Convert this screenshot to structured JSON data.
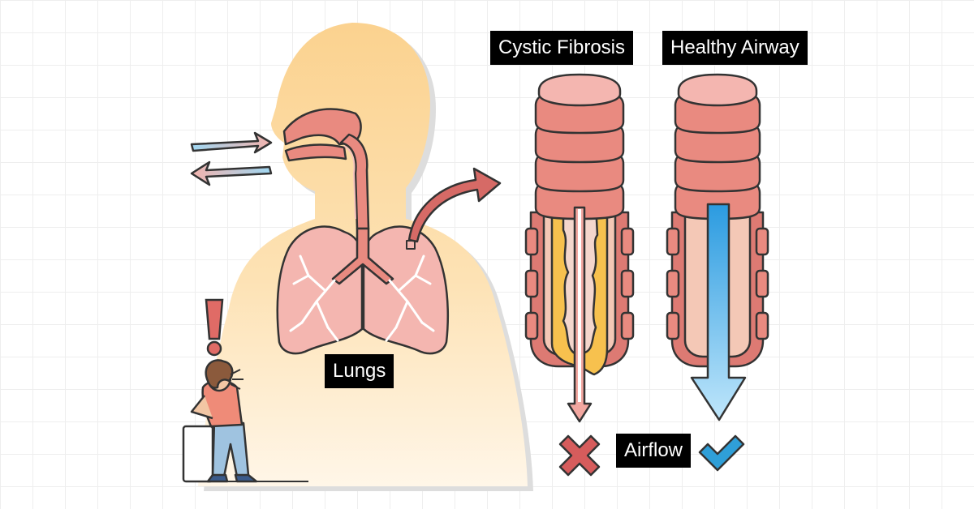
{
  "labels": {
    "cystic_fibrosis": "Cystic Fibrosis",
    "healthy_airway": "Healthy Airway",
    "lungs": "Lungs",
    "airflow": "Airflow"
  },
  "icons": {
    "cross": "cross-icon",
    "check": "checkmark-icon",
    "alert": "exclamation-icon"
  },
  "colors": {
    "body": "#fbd28f",
    "tissue": "#e98a80",
    "tissue_dark": "#c95d5a",
    "lung": "#f4b6b0",
    "mucus": "#f7c14e",
    "healthy_flow": "#39a9e0",
    "cross": "#d65c5c",
    "check": "#2f9fd8"
  }
}
